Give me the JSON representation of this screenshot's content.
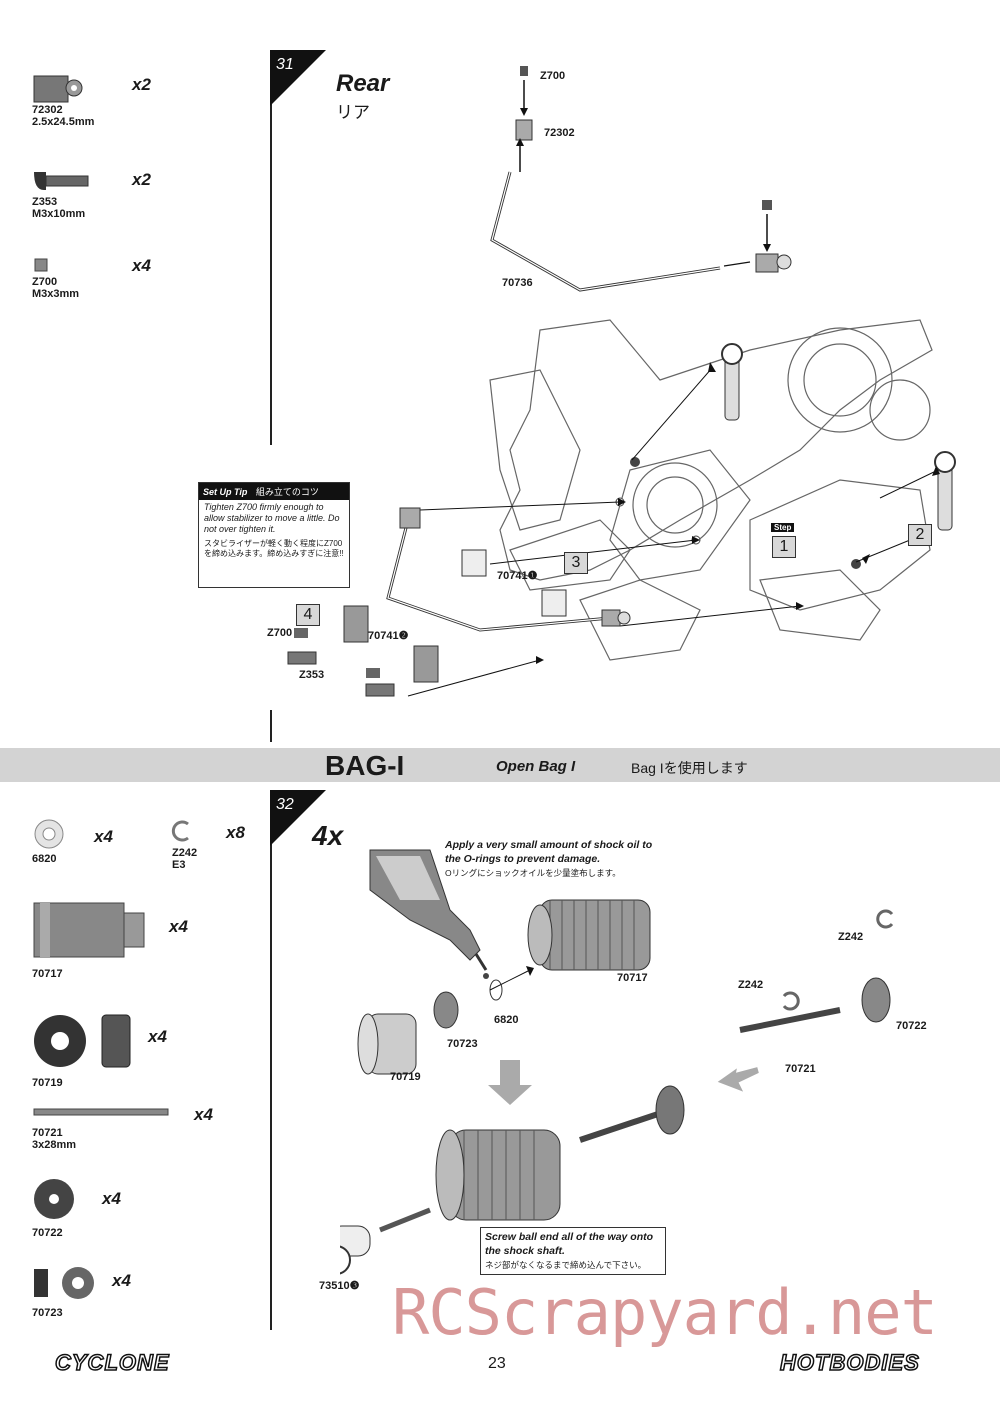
{
  "step31": {
    "number": "31",
    "title": "Rear",
    "title_jp": "リア",
    "parts": [
      {
        "code": "72302",
        "size": "2.5x24.5mm",
        "qty": "x2"
      },
      {
        "code": "Z353",
        "size": "M3x10mm",
        "qty": "x2"
      },
      {
        "code": "Z700",
        "size": "M3x3mm",
        "qty": "x4"
      }
    ],
    "labels": {
      "z700_top": "Z700",
      "p72302_top": "72302",
      "p70736": "70736",
      "p70741_1": "70741❶",
      "p70741_2": "70741❷",
      "z700_left": "Z700",
      "z353_left": "Z353"
    },
    "sub_steps": [
      "1",
      "2",
      "3",
      "4"
    ],
    "step_tag": "Step",
    "tip": {
      "header": "Set Up Tip",
      "header_jp": "組み立てのコツ",
      "text_en": "Tighten Z700 firmly enough to allow stabilizer to move a little. Do not over tighten it.",
      "text_jp": "スタビライザーが軽く動く程度にZ700を締め込みます。締め込みすぎに注意!!"
    }
  },
  "bag": {
    "name": "BAG-I",
    "open": "Open Bag I",
    "jp": "Bag Iを使用します"
  },
  "step32": {
    "number": "32",
    "multiplier": "4x",
    "parts": [
      {
        "code": "6820",
        "size": "",
        "qty": "x4"
      },
      {
        "code": "Z242",
        "size": "E3",
        "qty": "x8"
      },
      {
        "code": "70717",
        "size": "",
        "qty": "x4"
      },
      {
        "code": "70719",
        "size": "",
        "qty": "x4"
      },
      {
        "code": "70721",
        "size": "3x28mm",
        "qty": "x4"
      },
      {
        "code": "70722",
        "size": "",
        "qty": "x4"
      },
      {
        "code": "70723",
        "size": "",
        "qty": "x4"
      }
    ],
    "note_oil": "Apply a very small amount of shock oil to the O-rings to prevent damage.",
    "note_oil_jp": "Oリングにショックオイルを少量塗布します。",
    "note_ballend": "Screw ball end all of the way onto the shock shaft.",
    "note_ballend_jp": "ネジ部がなくなるまで締め込んで下さい。",
    "labels": {
      "p70717": "70717",
      "p6820": "6820",
      "p70723": "70723",
      "p70719": "70719",
      "z242_a": "Z242",
      "z242_b": "Z242",
      "p70722": "70722",
      "p70721": "70721",
      "p73510": "73510❸"
    }
  },
  "footer": {
    "left_logo": "CYCLONE",
    "page": "23",
    "right_logo": "HOTBODIES",
    "watermark": "RCScrapyard.net"
  }
}
